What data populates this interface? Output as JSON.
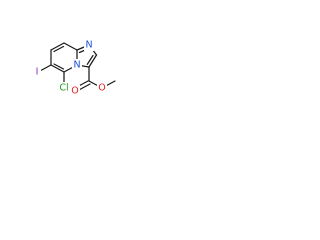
{
  "atoms": {
    "n_imidazole": {
      "text": "N",
      "color": "#1d4fd8"
    },
    "n_bridgehead": {
      "text": "N",
      "color": "#1d4fd8"
    },
    "iodine": {
      "text": "I",
      "color": "#8b2fc9"
    },
    "chlorine": {
      "text": "Cl",
      "color": "#1f9e1f"
    },
    "o_carbonyl": {
      "text": "O",
      "color": "#e02020"
    },
    "o_ester": {
      "text": "O",
      "color": "#e02020"
    }
  }
}
